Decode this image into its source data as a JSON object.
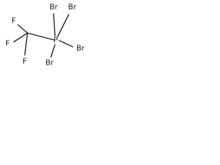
{
  "molecule": {
    "atoms": {
      "phosphorus": "P",
      "bromine_1": "Br",
      "bromine_2": "Br",
      "bromine_3": "Br",
      "bromine_4": "Br",
      "fluorine_1": "F",
      "fluorine_2": "F",
      "fluorine_3": "F"
    },
    "colors": {
      "bond": "#1a1a1a",
      "label": "#1a1a1a",
      "background": "#ffffff"
    }
  }
}
